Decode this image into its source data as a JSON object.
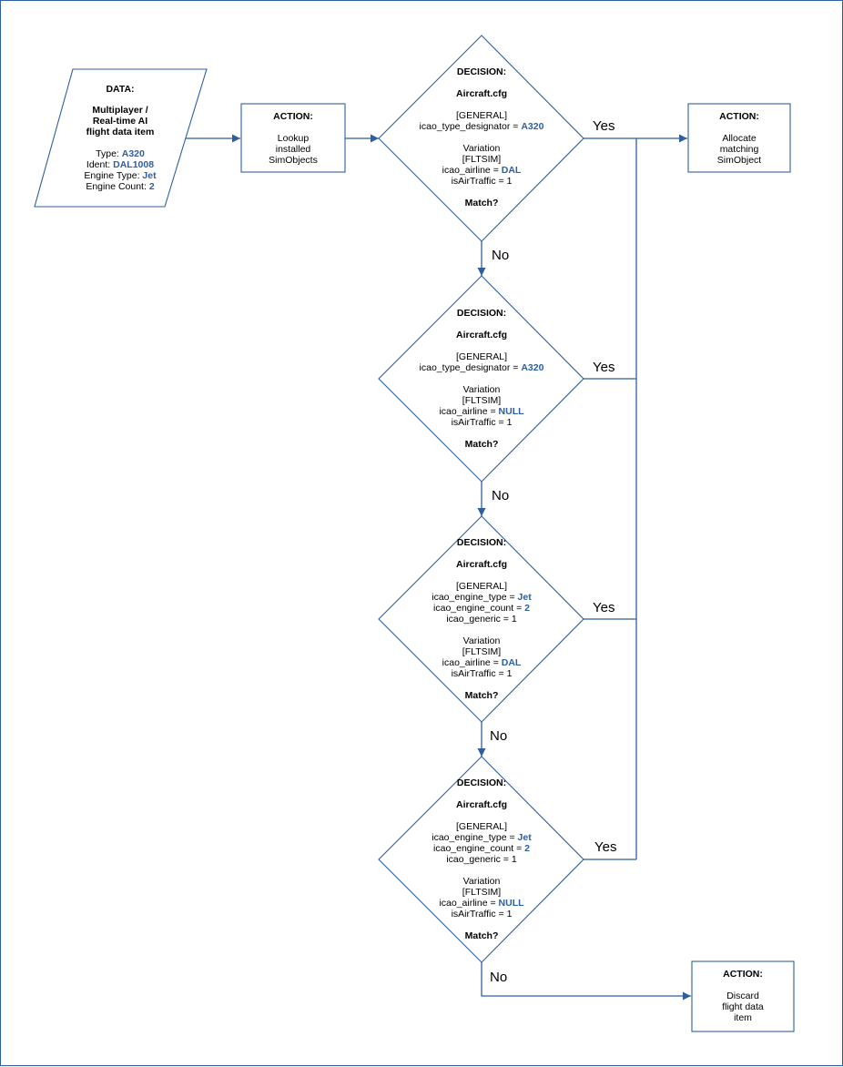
{
  "data_box": {
    "title": "DATA:",
    "lines": [
      "Multiplayer /",
      "Real-time AI",
      "flight data item"
    ],
    "fields": [
      {
        "label": "Type: ",
        "value": "A320"
      },
      {
        "label": "Ident: ",
        "value": "DAL1008"
      },
      {
        "label": "Engine Type: ",
        "value": "Jet"
      },
      {
        "label": "Engine Count: ",
        "value": "2"
      }
    ]
  },
  "lookup_action": {
    "title": "ACTION:",
    "lines": [
      "Lookup",
      "installed",
      "SimObjects"
    ]
  },
  "allocate_action": {
    "title": "ACTION:",
    "lines": [
      "Allocate",
      "matching",
      "SimObject"
    ]
  },
  "discard_action": {
    "title": "ACTION:",
    "lines": [
      "Discard",
      "flight data",
      "item"
    ]
  },
  "decisions": [
    {
      "title": "DECISION:",
      "cfg": "Aircraft.cfg",
      "general_header": "[GENERAL]",
      "general_rows": [
        {
          "label": "icao_type_designator = ",
          "value": "A320"
        }
      ],
      "variation_header": "Variation",
      "fltsim_header": "[FLTSIM]",
      "airline_label": "icao_airline = ",
      "airline_value": "DAL",
      "air_traffic": "isAirTraffic = 1",
      "question": "Match?"
    },
    {
      "title": "DECISION:",
      "cfg": "Aircraft.cfg",
      "general_header": "[GENERAL]",
      "general_rows": [
        {
          "label": "icao_type_designator = ",
          "value": "A320"
        }
      ],
      "variation_header": "Variation",
      "fltsim_header": "[FLTSIM]",
      "airline_label": "icao_airline = ",
      "airline_value": "NULL",
      "air_traffic": "isAirTraffic = 1",
      "question": "Match?"
    },
    {
      "title": "DECISION:",
      "cfg": "Aircraft.cfg",
      "general_header": "[GENERAL]",
      "general_rows": [
        {
          "label": "icao_engine_type = ",
          "value": "Jet"
        },
        {
          "label": "icao_engine_count = ",
          "value": "2"
        },
        {
          "label": "icao_generic = 1",
          "value": ""
        }
      ],
      "variation_header": "Variation",
      "fltsim_header": "[FLTSIM]",
      "airline_label": "icao_airline = ",
      "airline_value": "DAL",
      "air_traffic": "isAirTraffic = 1",
      "question": "Match?"
    },
    {
      "title": "DECISION:",
      "cfg": "Aircraft.cfg",
      "general_header": "[GENERAL]",
      "general_rows": [
        {
          "label": "icao_engine_type = ",
          "value": "Jet"
        },
        {
          "label": "icao_engine_count = ",
          "value": "2"
        },
        {
          "label": "icao_generic = 1",
          "value": ""
        }
      ],
      "variation_header": "Variation",
      "fltsim_header": "[FLTSIM]",
      "airline_label": "icao_airline = ",
      "airline_value": "NULL",
      "air_traffic": "isAirTraffic = 1",
      "question": "Match?"
    }
  ],
  "branch_labels": {
    "yes": "Yes",
    "no": "No"
  },
  "colors": {
    "stroke": "#2e5f9e",
    "highlight": "#2e5f9e",
    "text": "#000000",
    "background": "#ffffff"
  }
}
